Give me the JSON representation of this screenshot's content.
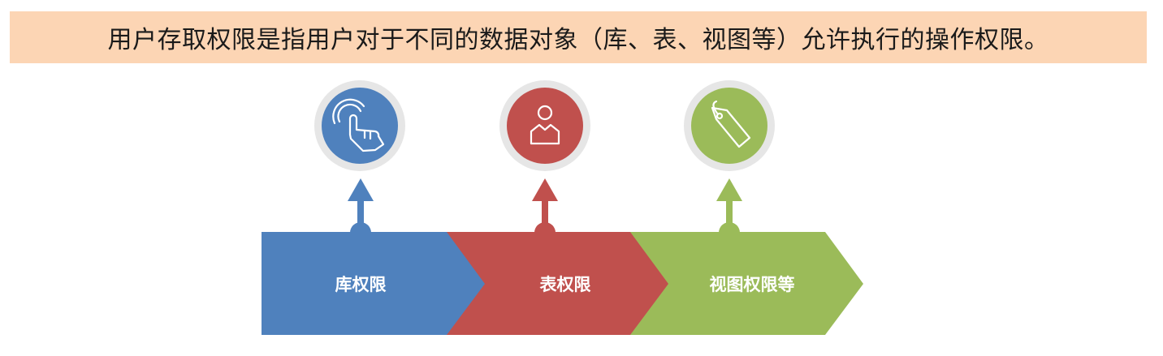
{
  "banner": {
    "text": "用户存取权限是指用户对于不同的数据对象（库、表、视图等）允许执行的操作权限。",
    "background": "#fcd5b4"
  },
  "steps": [
    {
      "label": "库权限",
      "icon": "touch-gesture-icon",
      "color": "#4f81bd"
    },
    {
      "label": "表权限",
      "icon": "user-icon",
      "color": "#c0504d"
    },
    {
      "label": "视图权限等",
      "icon": "tag-icon",
      "color": "#9bbb59"
    }
  ],
  "colors": {
    "circle_ring": "#e6e6e6",
    "icon_stroke": "#ffffff"
  }
}
